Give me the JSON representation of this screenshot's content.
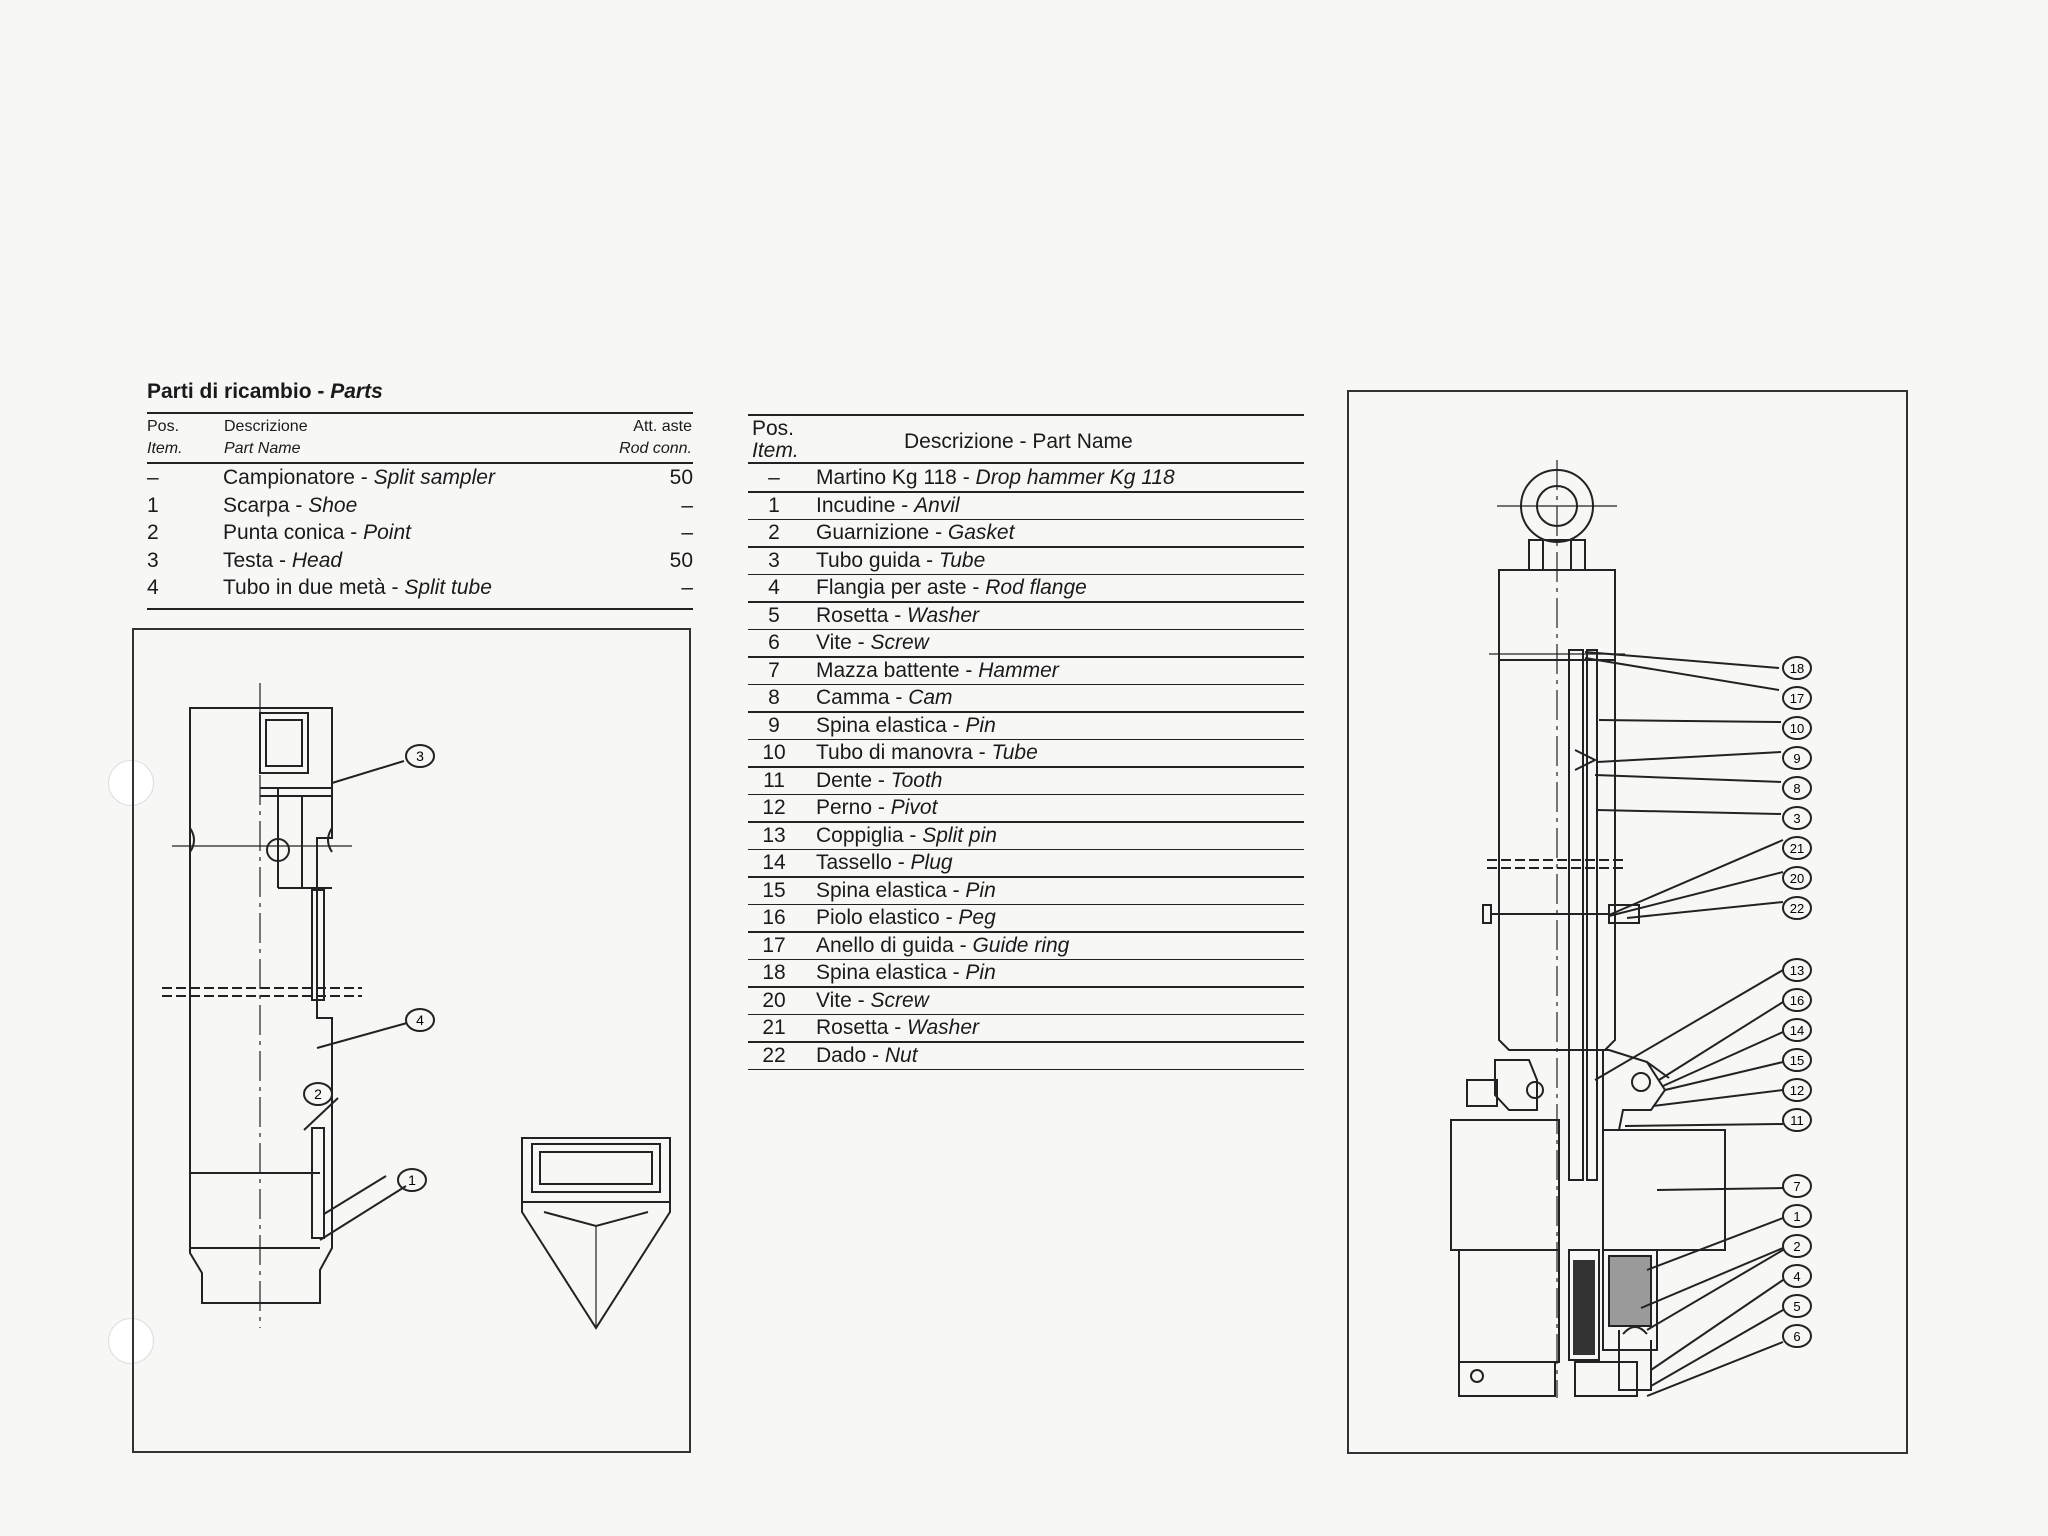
{
  "left_table": {
    "title_it": "Parti di ricambio",
    "title_en": "Parts",
    "separator": " - ",
    "header": {
      "pos_it": "Pos.",
      "pos_en": "Item.",
      "desc_it": "Descrizione",
      "desc_en": "Part Name",
      "rod_it": "Att. aste",
      "rod_en": "Rod conn."
    },
    "rows": [
      {
        "pos": "–",
        "it": "Campionatore",
        "en": "Split sampler",
        "rod": "50"
      },
      {
        "pos": "1",
        "it": "Scarpa",
        "en": "Shoe",
        "rod": "–"
      },
      {
        "pos": "2",
        "it": "Punta conica",
        "en": "Point",
        "rod": "–"
      },
      {
        "pos": "3",
        "it": "Testa",
        "en": "Head",
        "rod": "50"
      },
      {
        "pos": "4",
        "it": "Tubo in due metà",
        "en": "Split tube",
        "rod": "–"
      }
    ]
  },
  "right_table": {
    "header": {
      "pos_it": "Pos.",
      "pos_en": "Item.",
      "desc": "Descrizione - Part Name"
    },
    "rows": [
      {
        "pos": "–",
        "it": "Martino Kg 118",
        "en": "Drop hammer Kg 118"
      },
      {
        "pos": "1",
        "it": "Incudine",
        "en": "Anvil"
      },
      {
        "pos": "2",
        "it": "Guarnizione",
        "en": "Gasket"
      },
      {
        "pos": "3",
        "it": "Tubo guida",
        "en": "Tube"
      },
      {
        "pos": "4",
        "it": "Flangia per aste",
        "en": "Rod flange"
      },
      {
        "pos": "5",
        "it": "Rosetta",
        "en": "Washer"
      },
      {
        "pos": "6",
        "it": "Vite",
        "en": "Screw"
      },
      {
        "pos": "7",
        "it": "Mazza battente",
        "en": "Hammer"
      },
      {
        "pos": "8",
        "it": "Camma",
        "en": "Cam"
      },
      {
        "pos": "9",
        "it": "Spina elastica",
        "en": "Pin"
      },
      {
        "pos": "10",
        "it": "Tubo di manovra",
        "en": "Tube"
      },
      {
        "pos": "11",
        "it": "Dente",
        "en": "Tooth"
      },
      {
        "pos": "12",
        "it": "Perno",
        "en": "Pivot"
      },
      {
        "pos": "13",
        "it": "Coppiglia",
        "en": "Split pin"
      },
      {
        "pos": "14",
        "it": "Tassello",
        "en": "Plug"
      },
      {
        "pos": "15",
        "it": "Spina elastica",
        "en": "Pin"
      },
      {
        "pos": "16",
        "it": "Piolo elastico",
        "en": "Peg"
      },
      {
        "pos": "17",
        "it": "Anello di guida",
        "en": "Guide ring"
      },
      {
        "pos": "18",
        "it": "Spina elastica",
        "en": "Pin"
      },
      {
        "pos": "20",
        "it": "Vite",
        "en": "Screw"
      },
      {
        "pos": "21",
        "it": "Rosetta",
        "en": "Washer"
      },
      {
        "pos": "22",
        "it": "Dado",
        "en": "Nut"
      }
    ]
  },
  "sampler_callouts": [
    "3",
    "4",
    "2",
    "1"
  ],
  "hammer_callouts": [
    "18",
    "17",
    "10",
    "9",
    "8",
    "3",
    "21",
    "20",
    "22",
    "13",
    "16",
    "14",
    "15",
    "12",
    "11",
    "7",
    "1",
    "2",
    "4",
    "5",
    "6"
  ]
}
